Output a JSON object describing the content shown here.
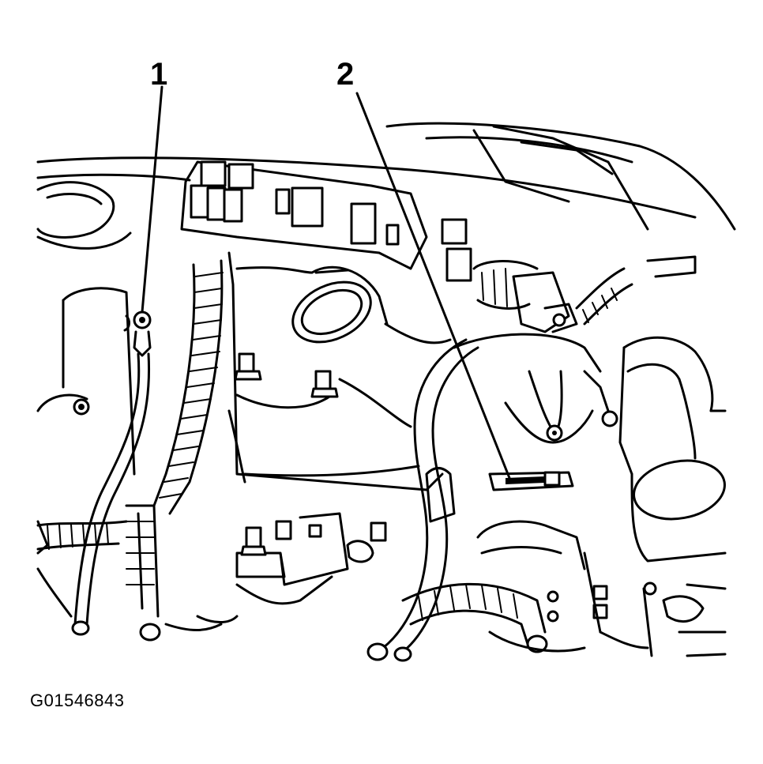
{
  "figure": {
    "id": "G01546843",
    "callouts": [
      {
        "label": "1"
      },
      {
        "label": "2"
      }
    ]
  },
  "colors": {
    "line": "#000000",
    "background": "#ffffff"
  }
}
